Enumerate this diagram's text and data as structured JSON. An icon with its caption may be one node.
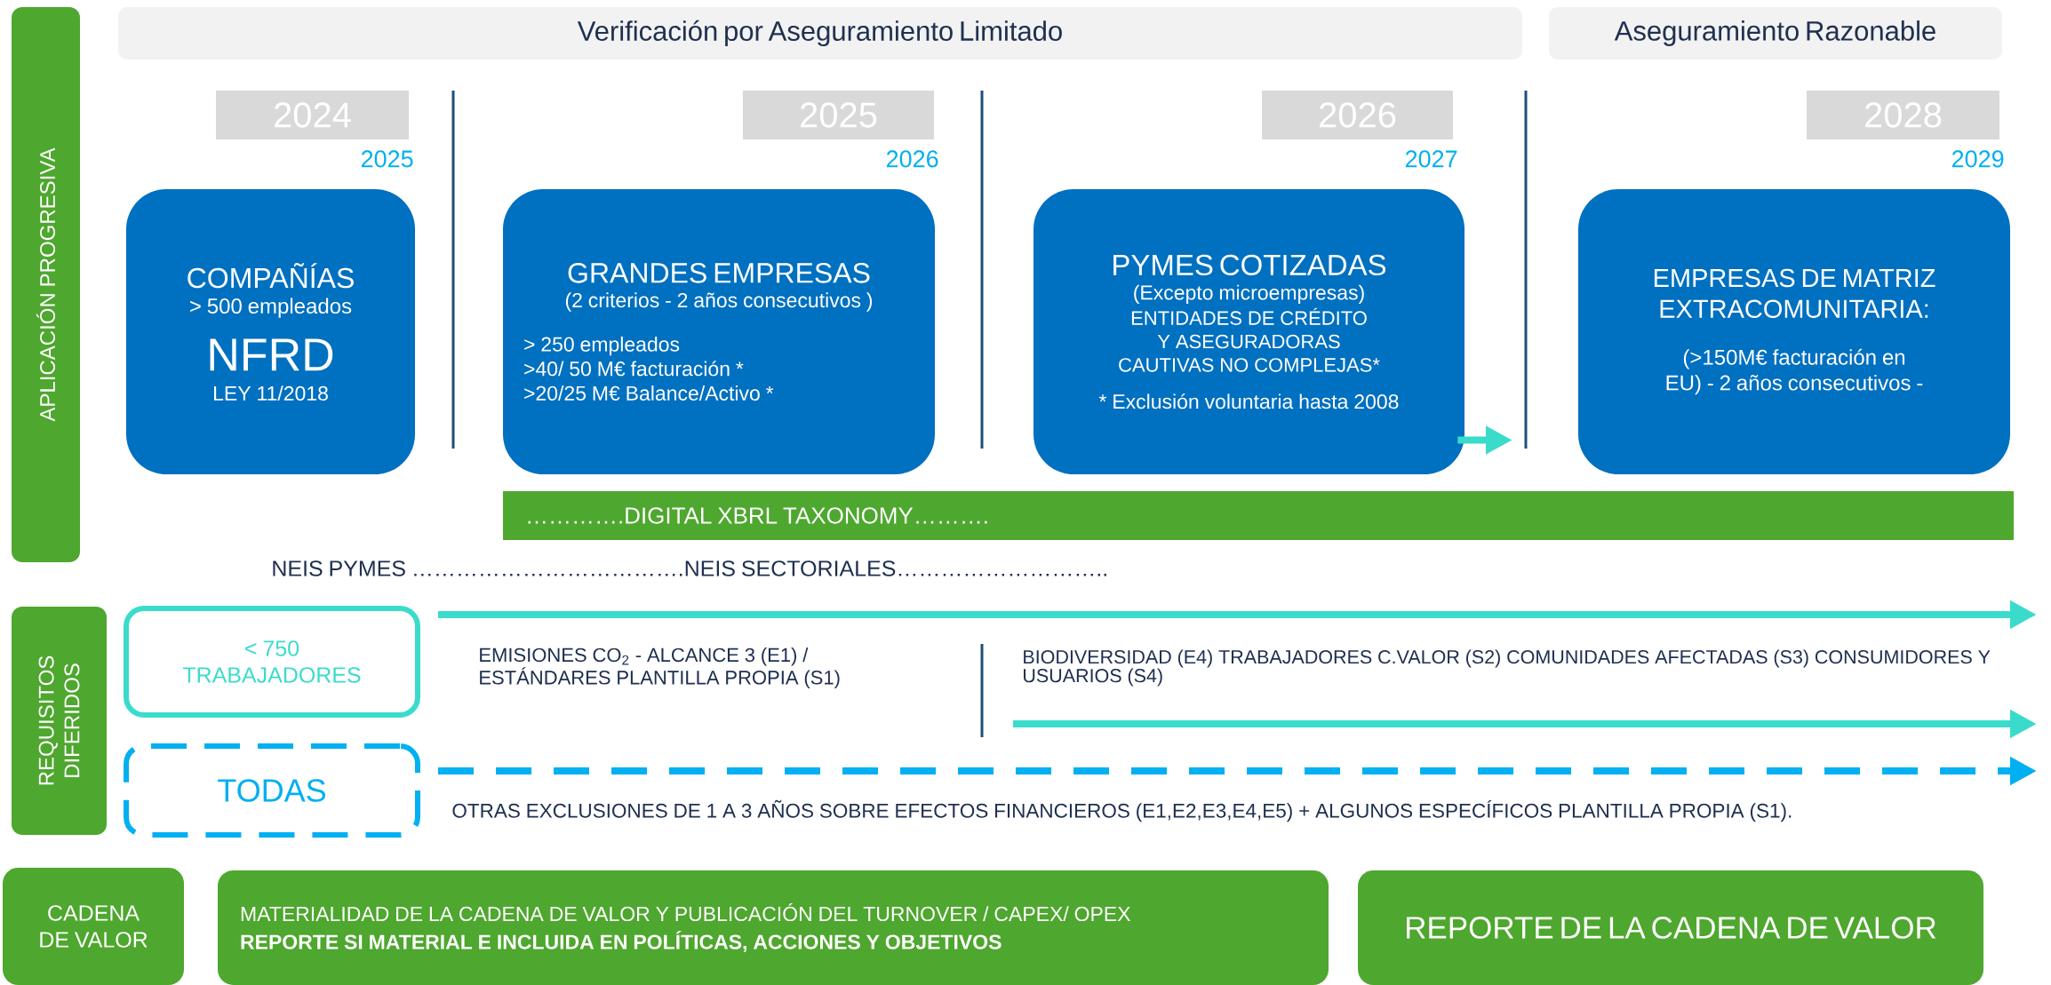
{
  "diagram": {
    "nodes": [
      {
        "text": [
          "APLICACIÓN PROGRESIVA"
        ]
      },
      {
        "text": [
          "Verificación por Aseguramiento Limitado"
        ]
      },
      {
        "text": [
          "Aseguramiento Razonable"
        ]
      },
      {
        "text": [
          "2024"
        ],
        "beside": [
          "2025"
        ]
      },
      {
        "text": [
          "2025"
        ],
        "beside": [
          "2026"
        ]
      },
      {
        "text": [
          "2026"
        ],
        "beside": [
          "2027"
        ]
      },
      {
        "text": [
          "2028"
        ],
        "beside": [
          "2029"
        ]
      },
      {
        "text": [
          "COMPAÑÍAS",
          "> 500 empleados",
          "NFRD",
          "LEY 11/2018"
        ]
      },
      {
        "text": [
          "GRANDES EMPRESAS",
          "(2 criterios - 2 años consecutivos )",
          "> 250 empleados",
          ">40/ 50 M€ facturación *",
          ">20/25 M€ Balance/Activo *"
        ]
      },
      {
        "text": [
          "PYMES COTIZADAS",
          "(Excepto microempresas)",
          "ENTIDADES DE CRÉDITO Y ASEGURADORAS CAUTIVAS NO COMPLEJAS*",
          "* Exclusión voluntaria hasta 2008"
        ]
      },
      {
        "text": [
          "EMPRESAS DE MATRIZ EXTRACOMUNITARIA:",
          "(>150M€ facturación en EU) - 2 años consecutivos -"
        ]
      },
      {
        "text": [
          "………….DIGITAL XBRL TAXONOMY………."
        ]
      },
      {
        "text": [
          "REQUISITOS DIFERIDOS"
        ]
      },
      {
        "text": [
          "< 750 TRABAJADORES"
        ]
      },
      {
        "text": [
          "TODAS"
        ]
      },
      {
        "text": [
          "CADENA DE VALOR"
        ]
      },
      {
        "text": [
          "MATERIALIDAD DE LA CADENA DE VALOR Y PUBLICACIÓN DEL TURNOVER / CAPEX/ OPEX",
          "REPORTE SI MATERIAL E INCLUIDA EN POLÍTICAS, ACCIONES Y OBJETIVOS"
        ]
      },
      {
        "text": [
          "REPORTE DE LA CADENA DE VALOR"
        ]
      }
    ],
    "edges": [
      {
        "from": 9,
        "to": null,
        "arrow": "to",
        "color": "#3bdbcc"
      },
      {
        "from": 13,
        "to": null,
        "arrow": "to",
        "color": "#3bdbcc"
      },
      {
        "from": 14,
        "to": null,
        "arrow": "to",
        "style": "dashed",
        "color": "#00b0f0"
      }
    ],
    "labels": [
      "NEIS  PYMES ……………………………….NEIS SECTORIALES………………………..",
      "EMISIONES CO$_{2}$ - ALCANCE 3 (E1)  / ESTÁNDARES PLANTILLA PROPIA (S1)",
      "BIODIVERSIDAD (E4) TRABAJADORES C.VALOR (S2) COMUNIDADES AFECTADAS (S3) CONSUMIDORES Y USUARIOS (S4)",
      "OTRAS EXCLUSIONES DE 1 A 3 AÑOS SOBRE EFECTOS FINANCIEROS (E1,E2,E3,E4,E5) + ALGUNOS ESPECÍFICOS  PLANTILLA PROPIA (S1)."
    ]
  }
}
